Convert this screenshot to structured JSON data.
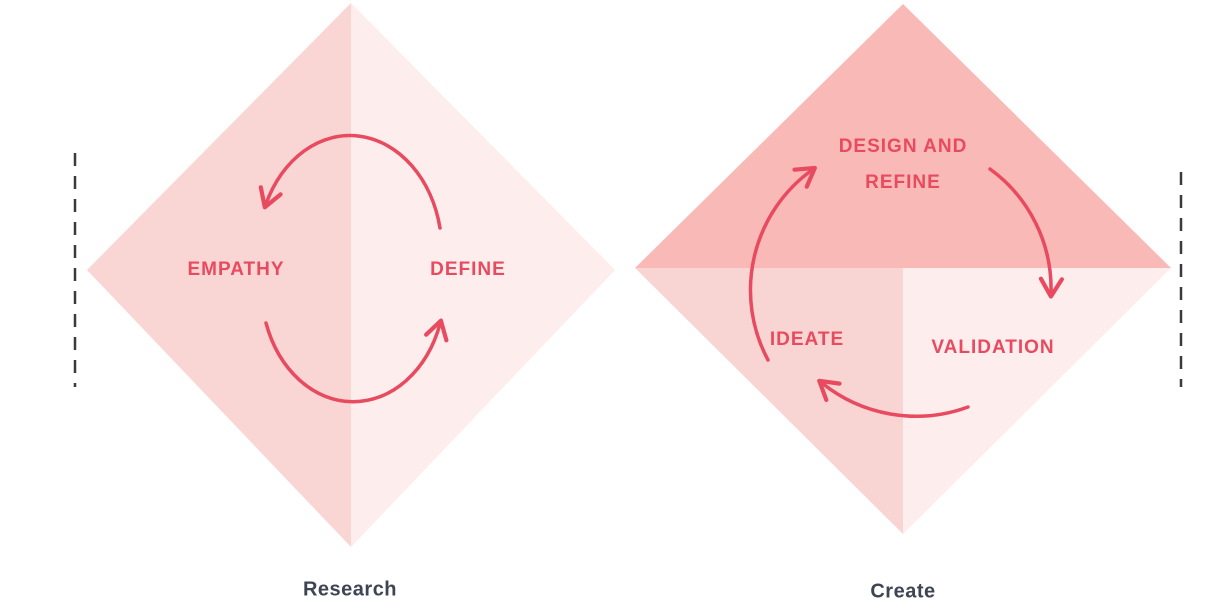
{
  "diagram": {
    "left_diamond": {
      "empathy_label": "EMPATHY",
      "define_label": "DEFINE",
      "phase_label": "Research"
    },
    "right_diamond": {
      "design_label_line1": "DESIGN AND",
      "design_label_line2": "REFINE",
      "ideate_label": "IDEATE",
      "validation_label": "VALIDATION",
      "phase_label": "Create"
    },
    "colors": {
      "accent_red": "#e84a5f",
      "empathy_fill": "#f9d5d3",
      "define_fill": "#fdedec",
      "design_fill": "#f9b9b6",
      "ideate_fill": "#f8d5d3",
      "validation_fill": "#fdeeed",
      "phase_label_text": "#3f4454",
      "dashed_line": "#3a3a3a",
      "background": "#ffffff"
    }
  }
}
